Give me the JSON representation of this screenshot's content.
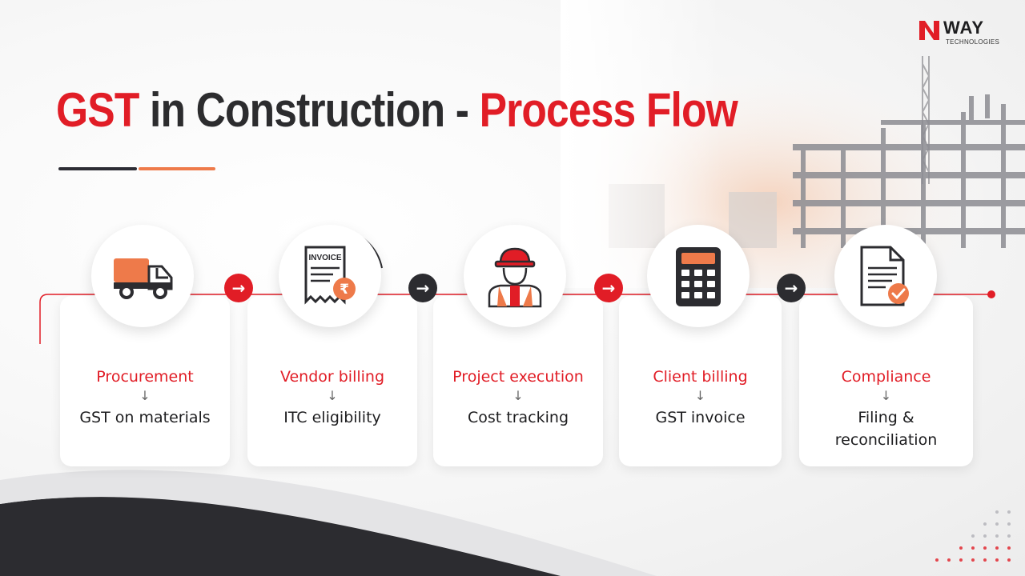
{
  "brand": {
    "name": "WAY",
    "sub": "TECHNOLOGIES",
    "mark_letter": "N"
  },
  "title": {
    "part1": "GST",
    "part2": " in Construction - ",
    "part3": "Process Flow"
  },
  "colors": {
    "accent": "#e11d26",
    "dark": "#2c2c30",
    "orange": "#ee7a4a"
  },
  "steps": [
    {
      "step": "Procurement",
      "arrow": "↓",
      "result": "GST on materials",
      "icon": "truck-icon"
    },
    {
      "step": "Vendor billing",
      "arrow": "↓",
      "result": "ITC eligibility",
      "icon": "invoice-icon",
      "icon_text": "INVOICE"
    },
    {
      "step": "Project execution",
      "arrow": "↓",
      "result": "Cost tracking",
      "icon": "worker-icon"
    },
    {
      "step": "Client billing",
      "arrow": "↓",
      "result": "GST invoice",
      "icon": "calculator-icon"
    },
    {
      "step": "Compliance",
      "arrow": "↓",
      "result_line1": "Filing &",
      "result_line2": "reconciliation",
      "icon": "document-check-icon"
    }
  ],
  "connectors": [
    "→",
    "→",
    "→",
    "→"
  ]
}
